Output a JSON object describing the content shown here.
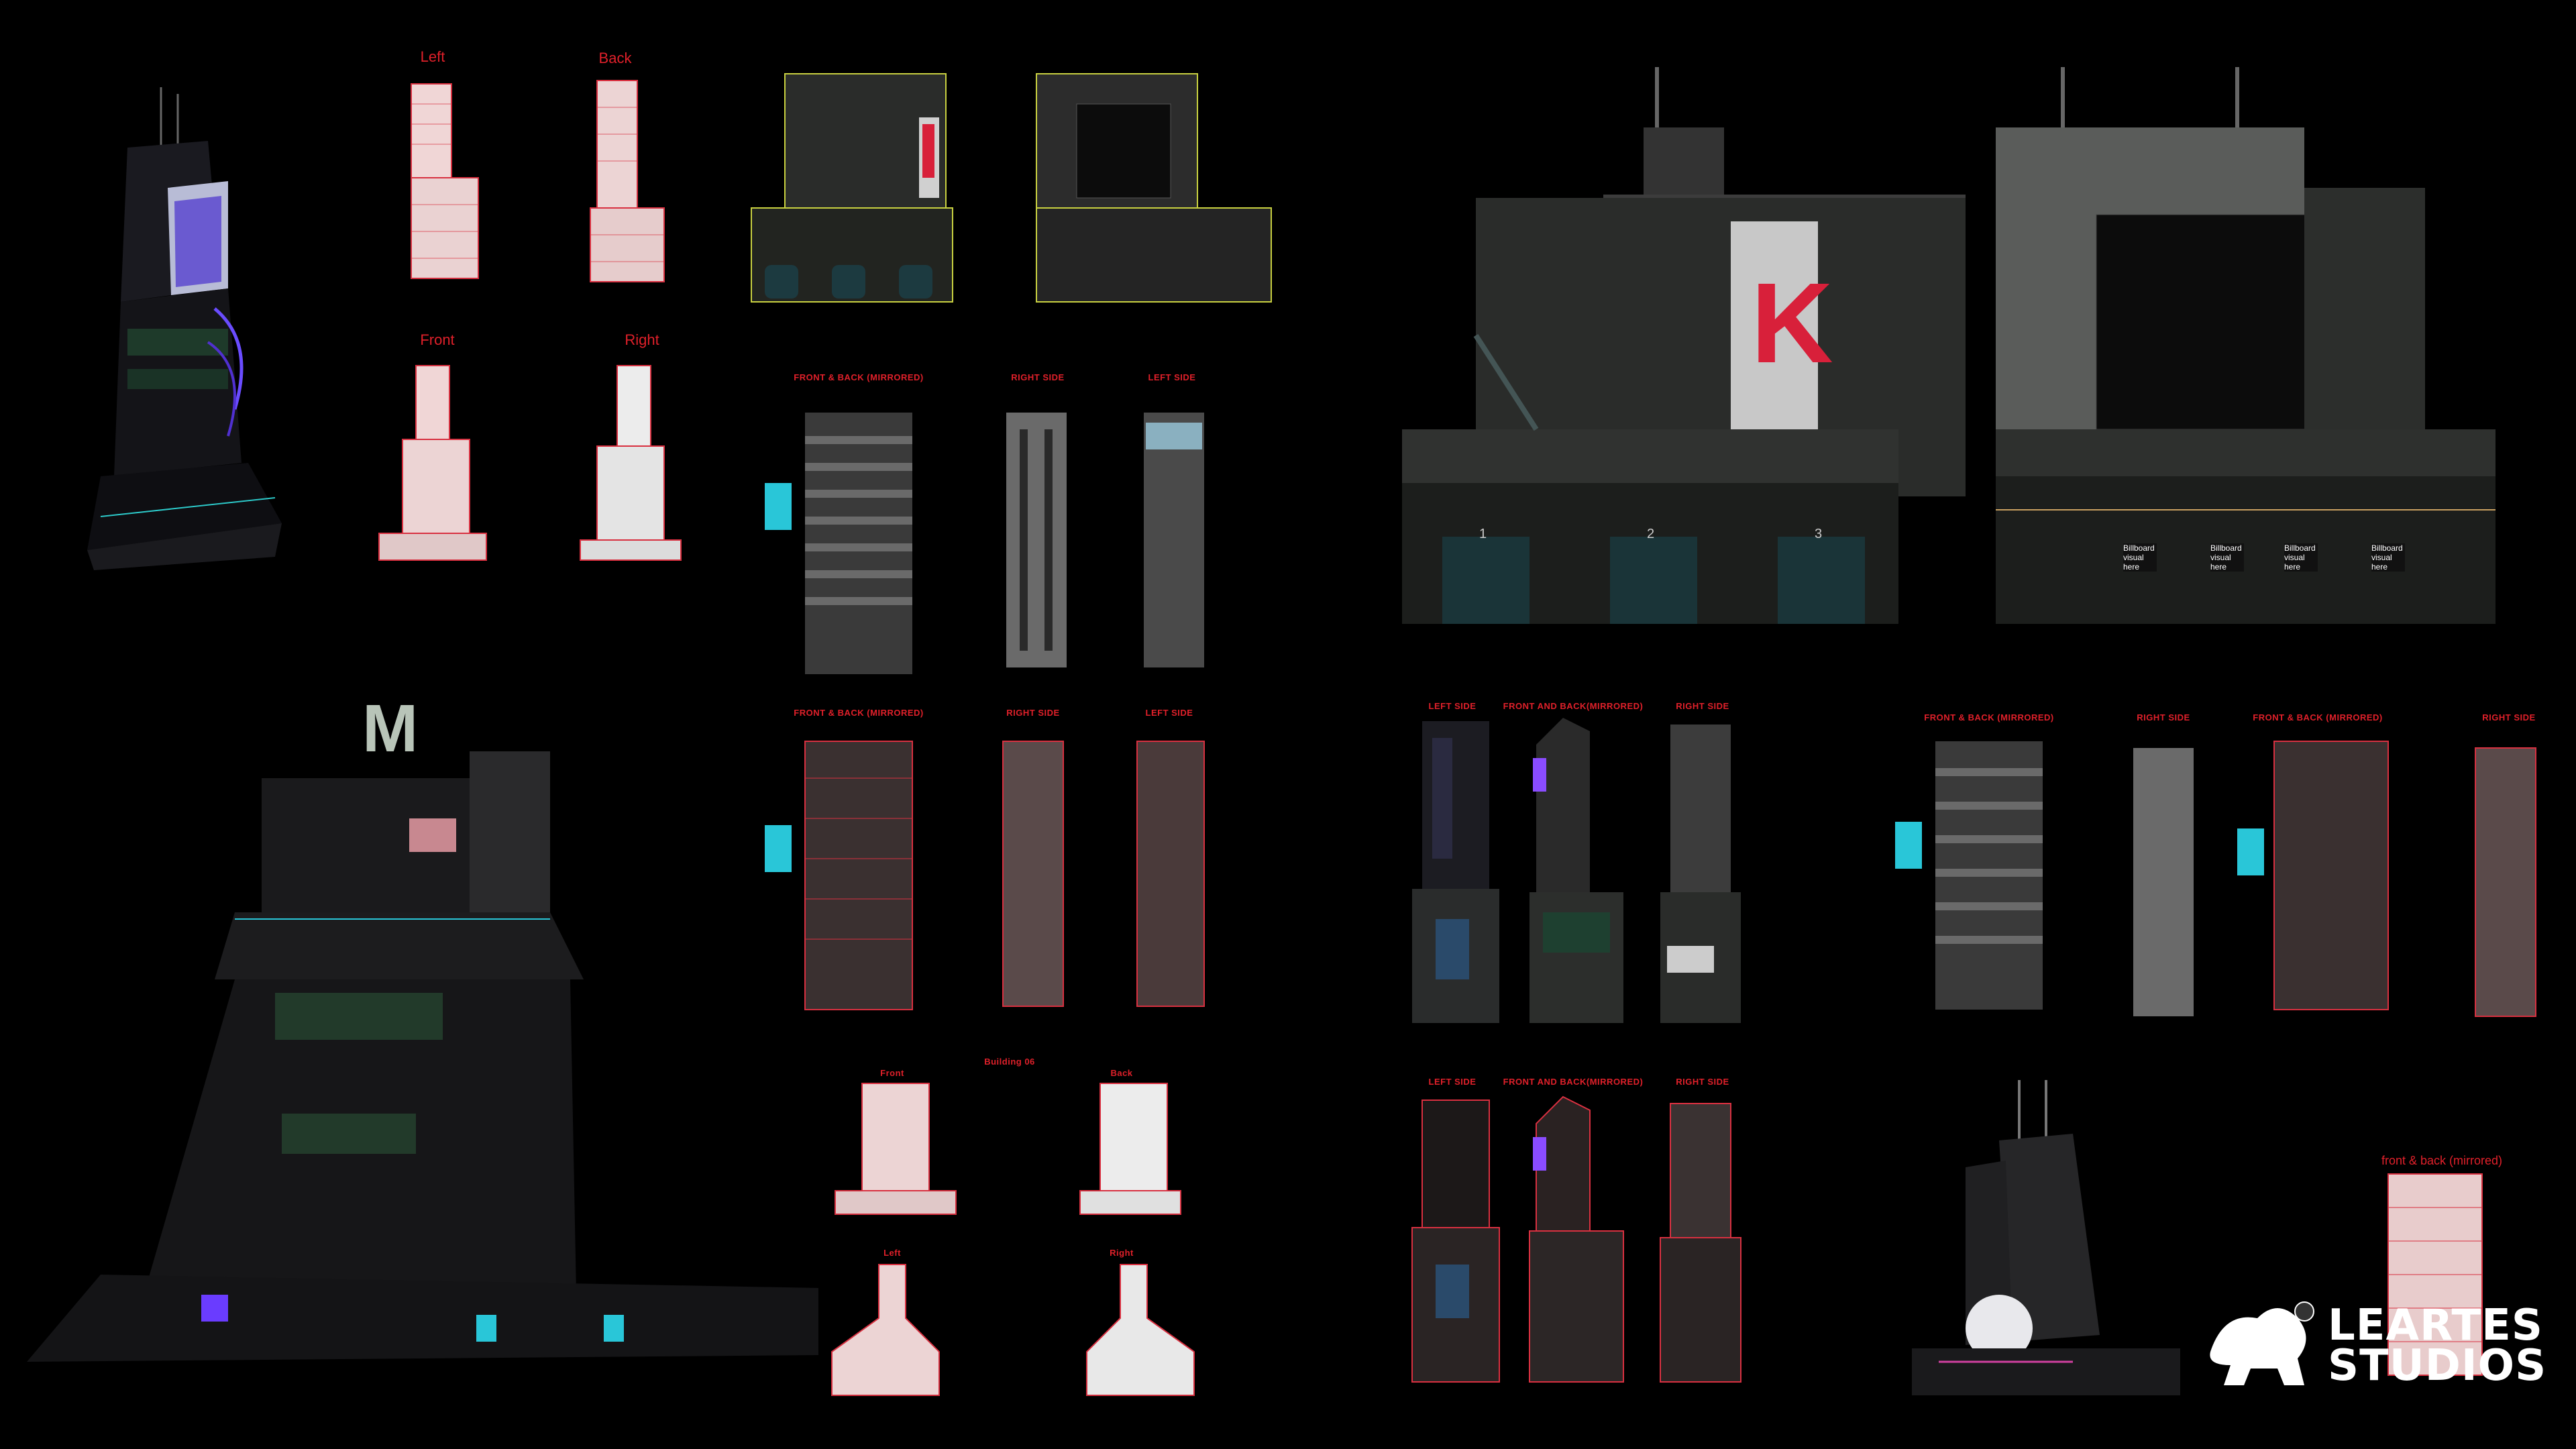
{
  "labels": {
    "left": "Left",
    "back": "Back",
    "front": "Front",
    "right": "Right",
    "front_back_mirrored": "FRONT & BACK (MIRRORED)",
    "right_side": "RIGHT SIDE",
    "left_side": "LEFT SIDE",
    "left_side_alt": "LEFT SIDE",
    "front_and_back_mirrored": "FRONT AND BACK(MIRRORED)",
    "building_06": "Building 06",
    "front_small": "Front",
    "back_small": "Back",
    "left_small": "Left",
    "right_small": "Right",
    "front_back_mirrored_lower": "front & back (mirrored)"
  },
  "facade": {
    "door_numbers": [
      "1",
      "2",
      "3"
    ],
    "big_letter": "K",
    "billboard_text": "Billboard visual here"
  },
  "brand": {
    "line1": "LEARTES",
    "line2": "STUDIOS"
  },
  "colors": {
    "background": "#000000",
    "label_red": "#e0202a",
    "accent_red": "#d8203a",
    "neon_purple": "#8a4cff",
    "neon_cyan": "#29c6d8"
  }
}
